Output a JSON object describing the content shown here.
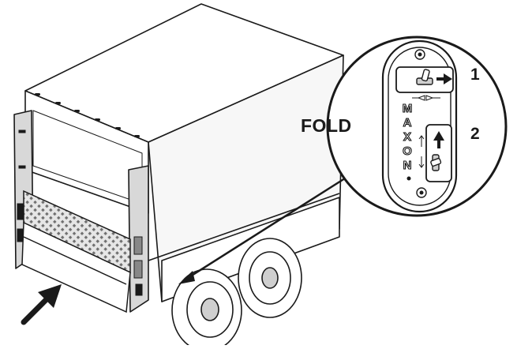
{
  "illustration": {
    "subject": "truck-with-liftgate-and-control-switch-detail",
    "action_label": "FOLD",
    "steps": [
      "1",
      "2"
    ],
    "switch_brand": [
      "M",
      "A",
      "X",
      "O",
      "N"
    ],
    "icons": [
      "toggle-switch-icon",
      "arrow-right-icon",
      "arrow-up-icon",
      "pointer-arrow-icon"
    ],
    "colors": {
      "line": "#1a1a1a",
      "background": "#ffffff",
      "platform_shade": "#bdbdbd"
    }
  }
}
